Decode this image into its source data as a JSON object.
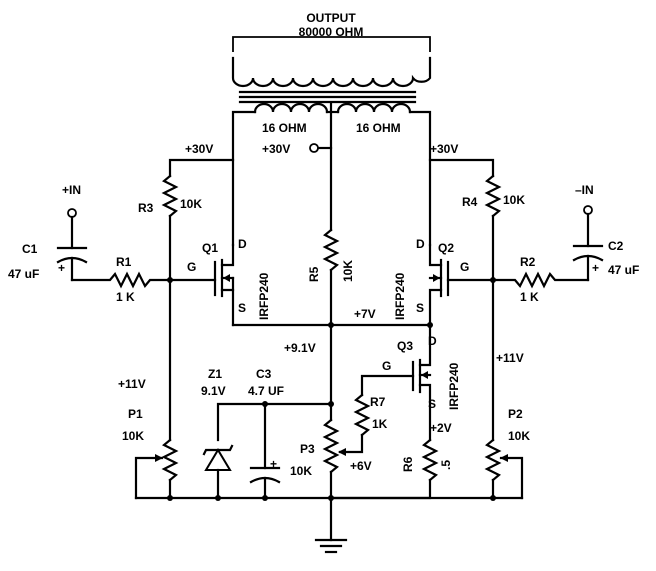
{
  "labels": {
    "output_title": "OUTPUT",
    "output_impedance": "80000 OHM",
    "primary_left": "16 OHM",
    "primary_right": "16 OHM",
    "supply_left": "+30V",
    "supply_center": "+30V",
    "supply_right": "+30V",
    "in_plus": "+IN",
    "in_minus": "–IN",
    "c1_name": "C1",
    "c1_value": "47 uF",
    "c2_name": "C2",
    "c2_value": "47 uF",
    "r1_name": "R1",
    "r1_value": "1 K",
    "r2_name": "R2",
    "r2_value": "1 K",
    "r3_name": "R3",
    "r3_value": "10K",
    "r4_name": "R4",
    "r4_value": "10K",
    "r5_name": "R5",
    "r5_value": "10K",
    "r6_name": "R6",
    "r6_value": ".5",
    "r7_name": "R7",
    "r7_value": "1K",
    "q1_name": "Q1",
    "q1_part": "IRFP240",
    "q2_name": "Q2",
    "q2_part": "IRFP240",
    "q3_name": "Q3",
    "q3_part": "IRFP240",
    "gate": "G",
    "drain": "D",
    "source": "S",
    "v_7": "+7V",
    "v_9_1": "+9.1V",
    "v_11_left": "+11V",
    "v_11_right": "+11V",
    "v_6": "+6V",
    "v_2": "+2V",
    "z1_name": "Z1",
    "z1_value": "9.1V",
    "c3_name": "C3",
    "c3_value": "4.7 UF",
    "p1_name": "P1",
    "p1_value": "10K",
    "p2_name": "P2",
    "p2_value": "10K",
    "p3_name": "P3",
    "p3_value": "10K",
    "plus": "+"
  }
}
